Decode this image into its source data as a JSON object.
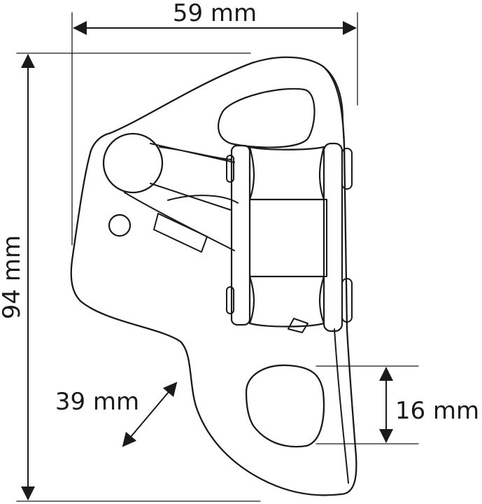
{
  "dimensions": {
    "width_label": "59 mm",
    "height_label": "94 mm",
    "diagonal_label": "39 mm",
    "hole_label": "16 mm"
  },
  "colors": {
    "stroke": "#1a1a1a",
    "background": "#ffffff"
  }
}
